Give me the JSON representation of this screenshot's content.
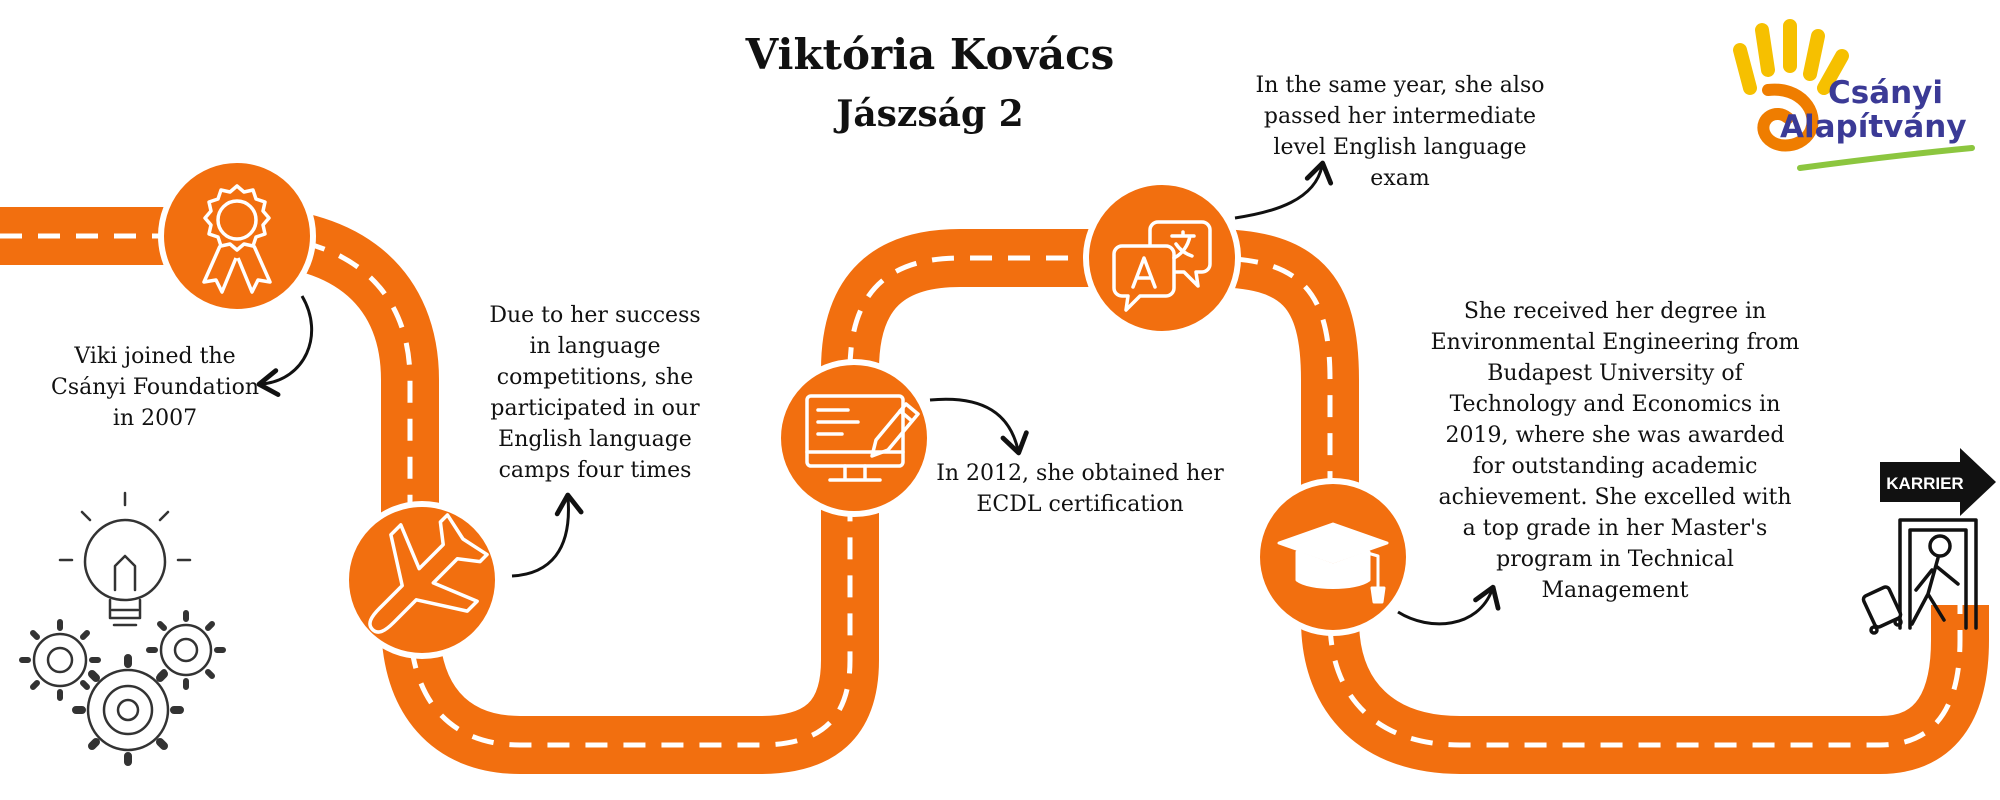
{
  "title": "Viktória Kovács",
  "subtitle": "Jászság 2",
  "logo": {
    "line1": "Csányi",
    "line2": "Alapítvány",
    "text_color": "#3b3a96",
    "rays_color": "#f6c000",
    "swirl_color": "#ef7d00",
    "underline_color": "#8cc63f"
  },
  "colors": {
    "road": "#f26f0f",
    "dash": "#ffffff",
    "icon_line": "#ffffff",
    "arrow": "#111111"
  },
  "milestones": [
    {
      "icon": "award-ribbon-icon",
      "lines": [
        "Viki joined the",
        "Csányi Foundation",
        "in 2007"
      ]
    },
    {
      "icon": "airplane-icon",
      "lines": [
        "Due to her success",
        "in language",
        "competitions, she",
        "participated in our",
        "English language",
        "camps four times"
      ]
    },
    {
      "icon": "monitor-pencil-icon",
      "lines": [
        "In 2012, she obtained her",
        "ECDL certification"
      ]
    },
    {
      "icon": "translate-bubbles-icon",
      "lines": [
        "In the same year, she also",
        "passed her intermediate",
        "level English language",
        "exam"
      ]
    },
    {
      "icon": "graduation-cap-icon",
      "lines": [
        "She received her degree in",
        "Environmental Engineering from",
        "Budapest University of",
        "Technology and Economics in",
        "2019, where she was awarded",
        "for outstanding academic",
        "achievement. She excelled with",
        "a top grade in her Master's",
        "program in Technical",
        "Management"
      ]
    }
  ],
  "career_sign": "KARRIER",
  "decor_icons": [
    "lightbulb-gears-icon",
    "exit-door-traveler-icon"
  ]
}
